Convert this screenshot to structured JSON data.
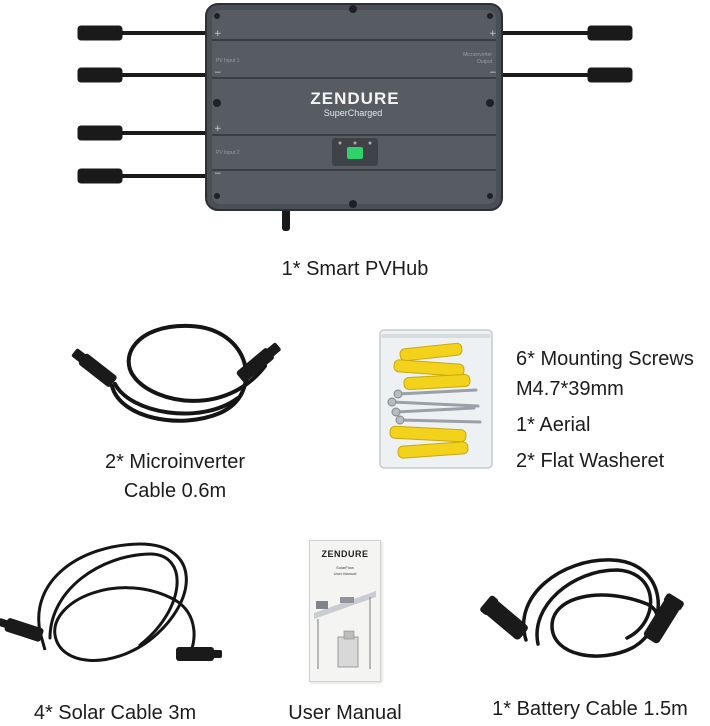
{
  "hub": {
    "brand": "ZENDURE",
    "subbrand": "SuperCharged",
    "caption": "1* Smart PVHub",
    "left_ports": [
      "PV Input 1",
      "PV Input 2"
    ],
    "right_port": "Microinverter Output"
  },
  "micro_cable": {
    "caption_line1": "2* Microinverter",
    "caption_line2": "Cable 0.6m"
  },
  "screws": {
    "line1": "6* Mounting Screws",
    "line2": "M4.7*39mm",
    "line3": "1* Aerial",
    "line4": "2* Flat Washeret"
  },
  "solar_cable": {
    "caption": "4* Solar Cable 3m"
  },
  "manual": {
    "caption": "User Manual",
    "brand": "ZENDURE",
    "title_line1": "SolarFlow",
    "title_line2": "User Manual"
  },
  "battery_cable": {
    "caption": "1* Battery Cable 1.5m"
  },
  "colors": {
    "hub_body": "#4a4e55",
    "screw_anchor": "#f2d21b",
    "led": "#2fd26b",
    "cable": "#151515"
  }
}
